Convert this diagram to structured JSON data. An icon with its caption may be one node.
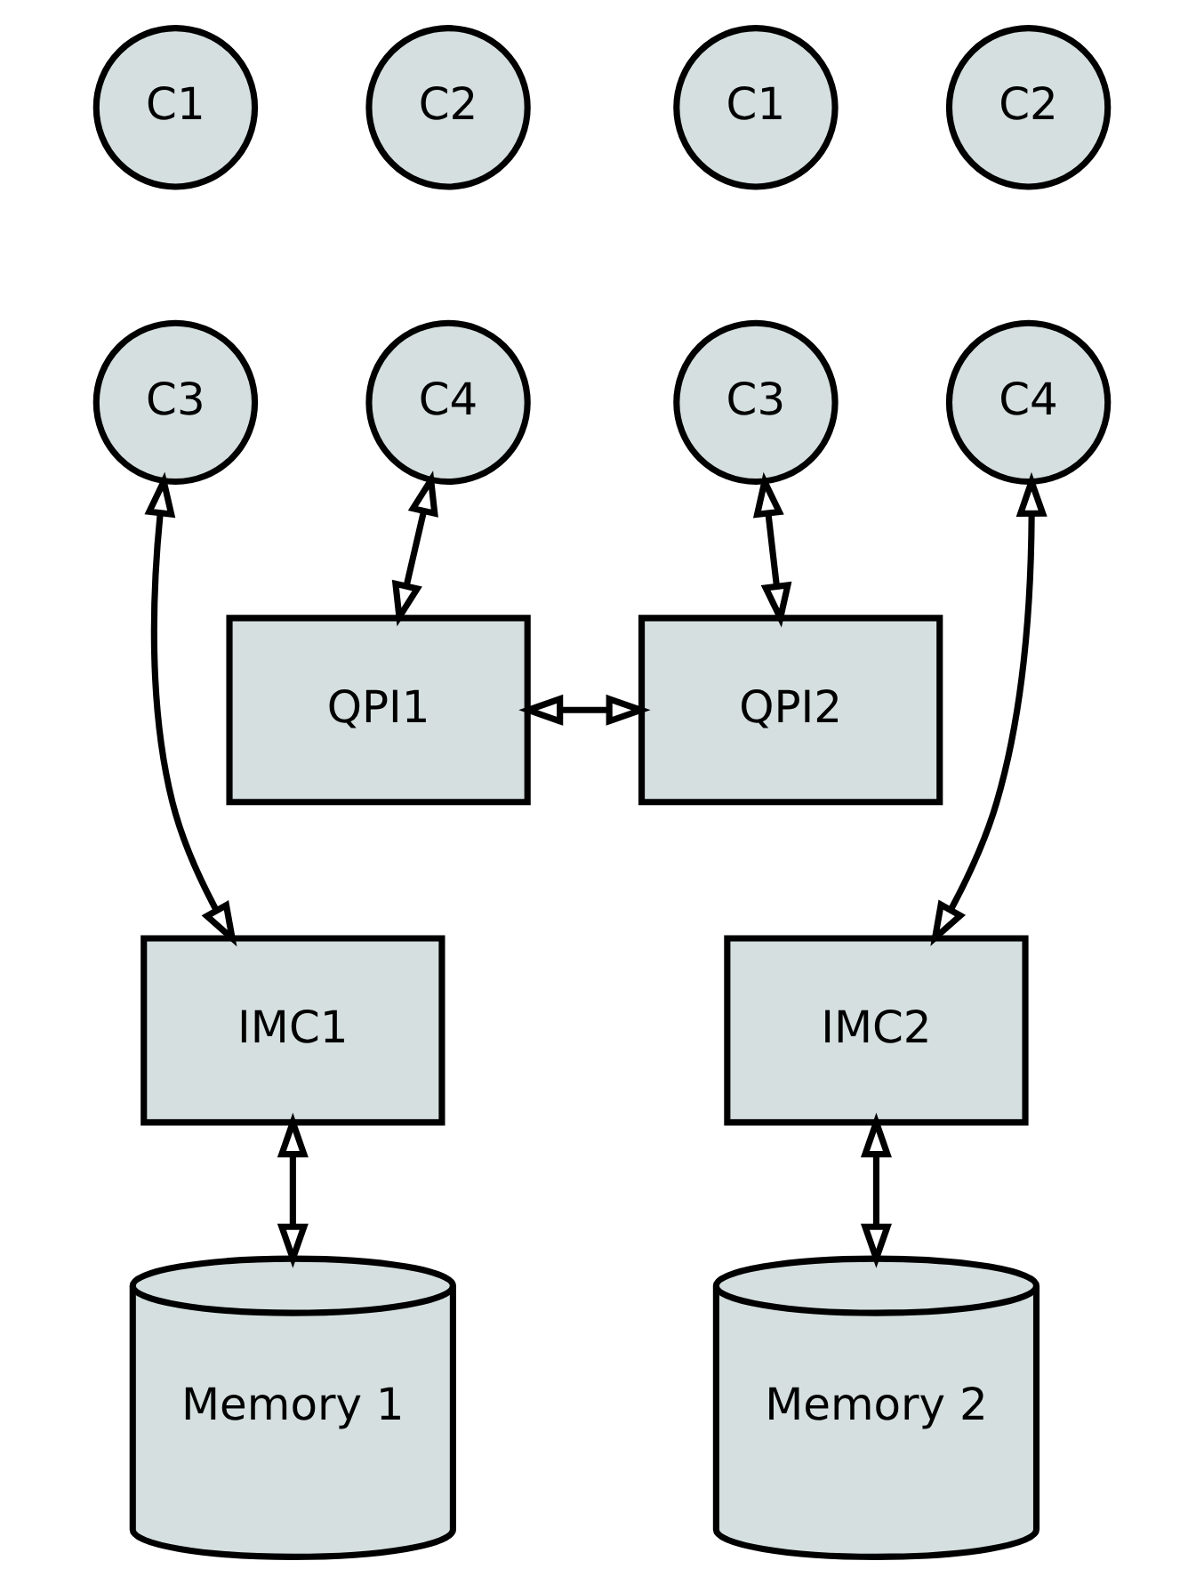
{
  "diagram": {
    "nodes": [
      {
        "text": [
          "C1"
        ]
      },
      {
        "text": [
          "C2"
        ]
      },
      {
        "text": [
          "C3"
        ]
      },
      {
        "text": [
          "C4"
        ]
      },
      {
        "text": [
          "C1"
        ]
      },
      {
        "text": [
          "C2"
        ]
      },
      {
        "text": [
          "C3"
        ]
      },
      {
        "text": [
          "C4"
        ]
      },
      {
        "text": [
          "QPI1"
        ]
      },
      {
        "text": [
          "QPI2"
        ]
      },
      {
        "text": [
          "IMC1"
        ]
      },
      {
        "text": [
          "IMC2"
        ]
      },
      {
        "text": [
          "Memory 1"
        ]
      },
      {
        "text": [
          "Memory 2"
        ]
      }
    ],
    "edges": [
      {
        "from": 2,
        "to": 10,
        "arrow": "both"
      },
      {
        "from": 3,
        "to": 8,
        "arrow": "both"
      },
      {
        "from": 8,
        "to": 9,
        "arrow": "both"
      },
      {
        "from": 6,
        "to": 9,
        "arrow": "both"
      },
      {
        "from": 7,
        "to": 11,
        "arrow": "both"
      },
      {
        "from": 10,
        "to": 12,
        "arrow": "both"
      },
      {
        "from": 11,
        "to": 13,
        "arrow": "both"
      }
    ]
  }
}
